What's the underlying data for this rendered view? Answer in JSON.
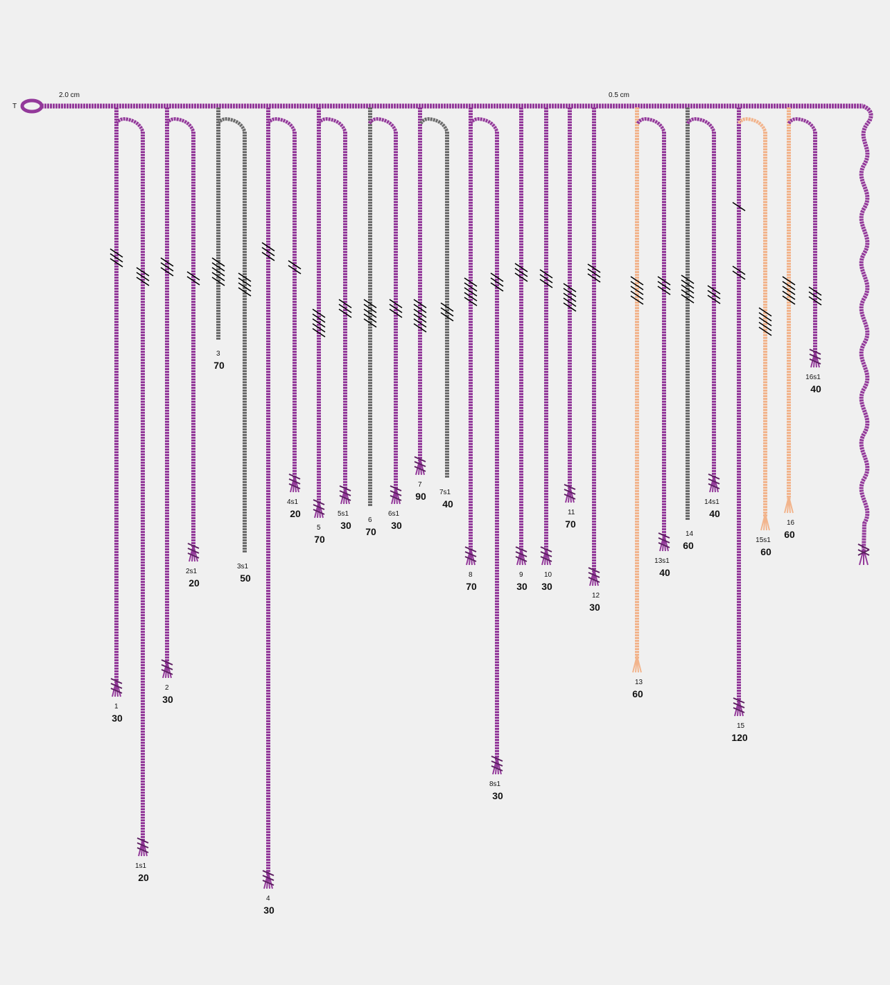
{
  "top_label": "T",
  "primary_spacing_labels": [
    "2.0 cm",
    "0.5 cm"
  ],
  "colors": {
    "purple": "#93399a",
    "gray": "#6b6b6b",
    "peach": "#f2b48c",
    "knot": "#000000",
    "background": "#f0f0f0"
  },
  "cords": [
    {
      "id": "1",
      "value": "30",
      "color": "purple"
    },
    {
      "id": "1s1",
      "value": "20",
      "color": "purple"
    },
    {
      "id": "2",
      "value": "30",
      "color": "purple"
    },
    {
      "id": "2s1",
      "value": "20",
      "color": "purple"
    },
    {
      "id": "3",
      "value": "70",
      "color": "gray"
    },
    {
      "id": "3s1",
      "value": "50",
      "color": "gray"
    },
    {
      "id": "4",
      "value": "30",
      "color": "purple"
    },
    {
      "id": "4s1",
      "value": "20",
      "color": "purple"
    },
    {
      "id": "5",
      "value": "70",
      "color": "purple"
    },
    {
      "id": "5s1",
      "value": "30",
      "color": "purple"
    },
    {
      "id": "6",
      "value": "70",
      "color": "gray"
    },
    {
      "id": "6s1",
      "value": "30",
      "color": "purple"
    },
    {
      "id": "7",
      "value": "90",
      "color": "purple"
    },
    {
      "id": "7s1",
      "value": "40",
      "color": "gray"
    },
    {
      "id": "8",
      "value": "70",
      "color": "purple"
    },
    {
      "id": "8s1",
      "value": "30",
      "color": "purple"
    },
    {
      "id": "9",
      "value": "30",
      "color": "purple"
    },
    {
      "id": "10",
      "value": "30",
      "color": "purple"
    },
    {
      "id": "11",
      "value": "70",
      "color": "purple"
    },
    {
      "id": "12",
      "value": "30",
      "color": "purple"
    },
    {
      "id": "13",
      "value": "60",
      "color": "peach"
    },
    {
      "id": "13s1",
      "value": "40",
      "color": "purple"
    },
    {
      "id": "14",
      "value": "60",
      "color": "gray"
    },
    {
      "id": "14s1",
      "value": "40",
      "color": "purple"
    },
    {
      "id": "15",
      "value": "120",
      "color": "purple"
    },
    {
      "id": "15s1",
      "value": "60",
      "color": "peach"
    },
    {
      "id": "16",
      "value": "60",
      "color": "peach"
    },
    {
      "id": "16s1",
      "value": "40",
      "color": "purple"
    }
  ]
}
